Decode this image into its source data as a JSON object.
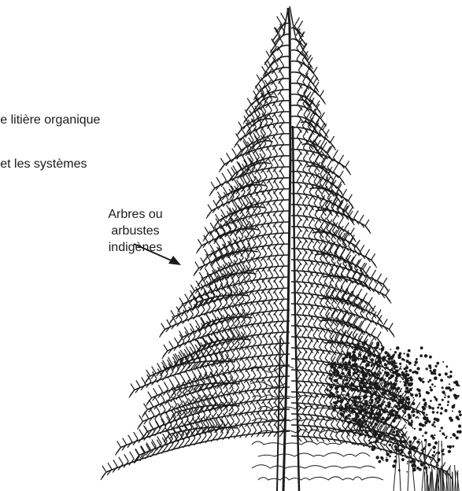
{
  "labels": {
    "litiere": "u’une litière organique",
    "systemes": "sée et les systèmes",
    "arbres_line1": "Arbres ou arbustes",
    "arbres_line2": "indigènes"
  },
  "colors": {
    "ink": "#1a1a1a",
    "background": "#ffffff"
  },
  "icons": {
    "tree": "conifer-tree-illustration",
    "shrub": "shrub-illustration",
    "arrow": "pointer-arrow"
  }
}
